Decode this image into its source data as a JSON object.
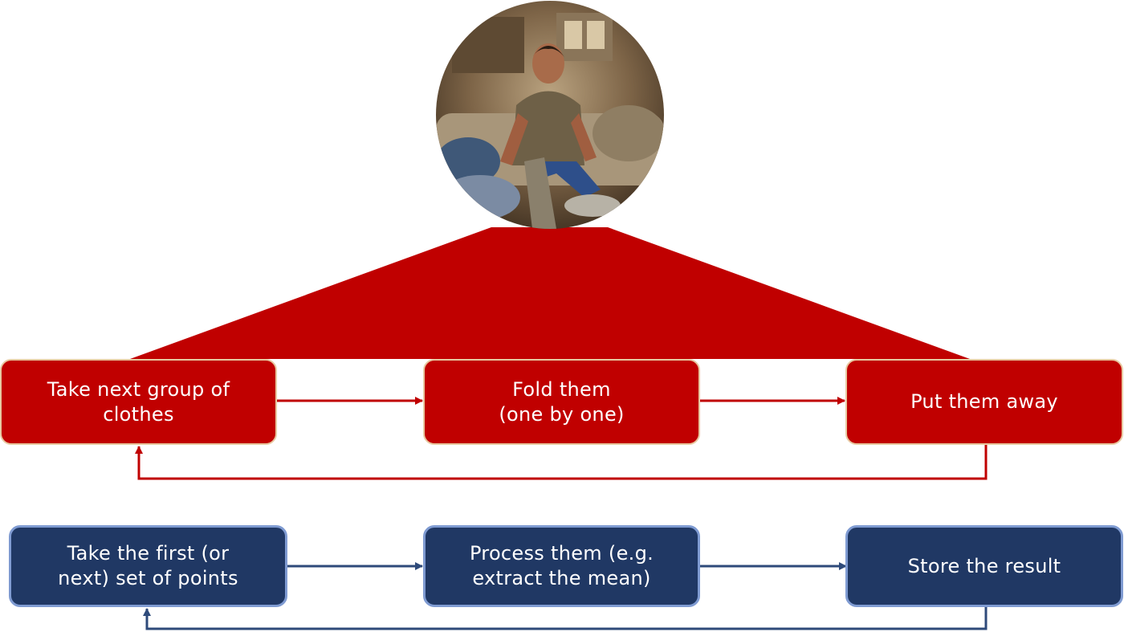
{
  "image": {
    "icon": "person-folding-clothes-photo"
  },
  "colors": {
    "red": "#c00000",
    "blue": "#203864",
    "red_border": "#e7c9a1",
    "blue_border": "#7f9bd2"
  },
  "laundry_loop": {
    "steps": [
      {
        "label": "Take next group of\nclothes"
      },
      {
        "label": "Fold them\n(one by one)"
      },
      {
        "label": "Put them away"
      }
    ]
  },
  "data_loop": {
    "steps": [
      {
        "label": "Take the first (or\nnext) set of points"
      },
      {
        "label": "Process them (e.g.\nextract the mean)"
      },
      {
        "label": "Store the result"
      }
    ]
  }
}
